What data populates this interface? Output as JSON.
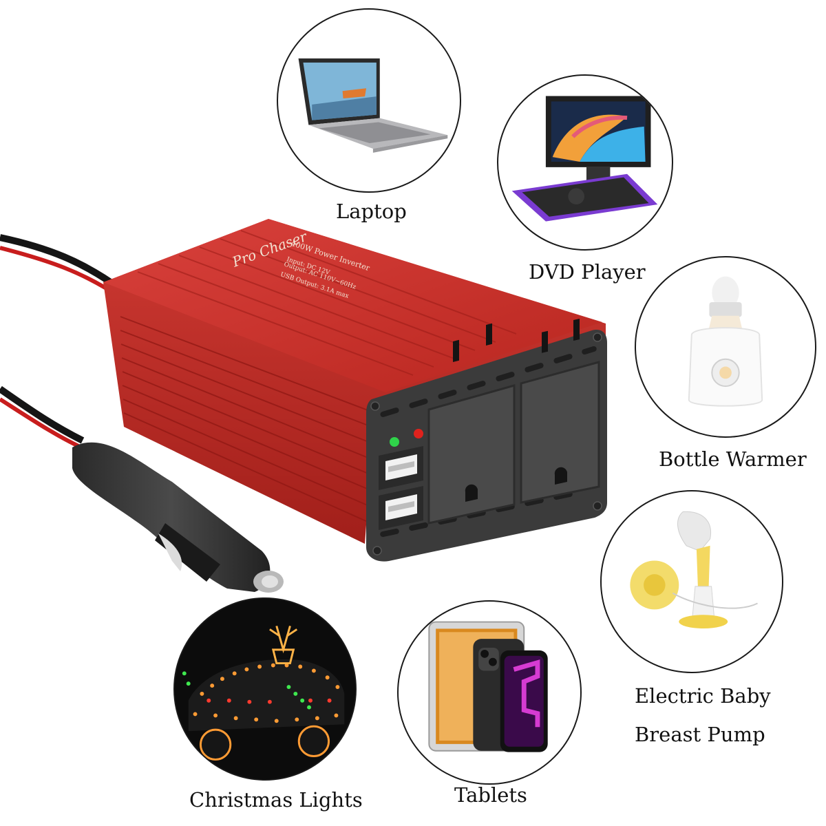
{
  "product": {
    "brand": "Pro Chaser",
    "label_line1": "400W Power Inverter",
    "label_line2": "Input: DC 12V",
    "label_line3": "Output: AC 110V~60Hz",
    "label_line4": "USB Output: 3.1A max",
    "colors": {
      "body": "#c8322f",
      "face": "#3a3a3a",
      "led_green": "#2fd34a",
      "led_red": "#e0221d"
    }
  },
  "applications": [
    {
      "id": "laptop",
      "label": "Laptop",
      "icon": "laptop-icon"
    },
    {
      "id": "dvd",
      "label": "DVD Player",
      "icon": "dvd-player-icon"
    },
    {
      "id": "bottle",
      "label": "Bottle Warmer",
      "icon": "bottle-warmer-icon"
    },
    {
      "id": "pump",
      "label_line1": "Electric Baby",
      "label_line2": "Breast Pump",
      "icon": "breast-pump-icon"
    },
    {
      "id": "tablets",
      "label": "Tablets",
      "icon": "tablet-icon"
    },
    {
      "id": "lights",
      "label": "Christmas Lights",
      "icon": "christmas-lights-icon"
    }
  ]
}
